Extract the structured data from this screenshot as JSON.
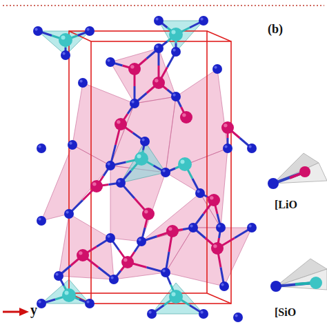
{
  "diagram": {
    "labels": [
      "(b)",
      "[LiO",
      "[SiO",
      "y"
    ]
  }
}
